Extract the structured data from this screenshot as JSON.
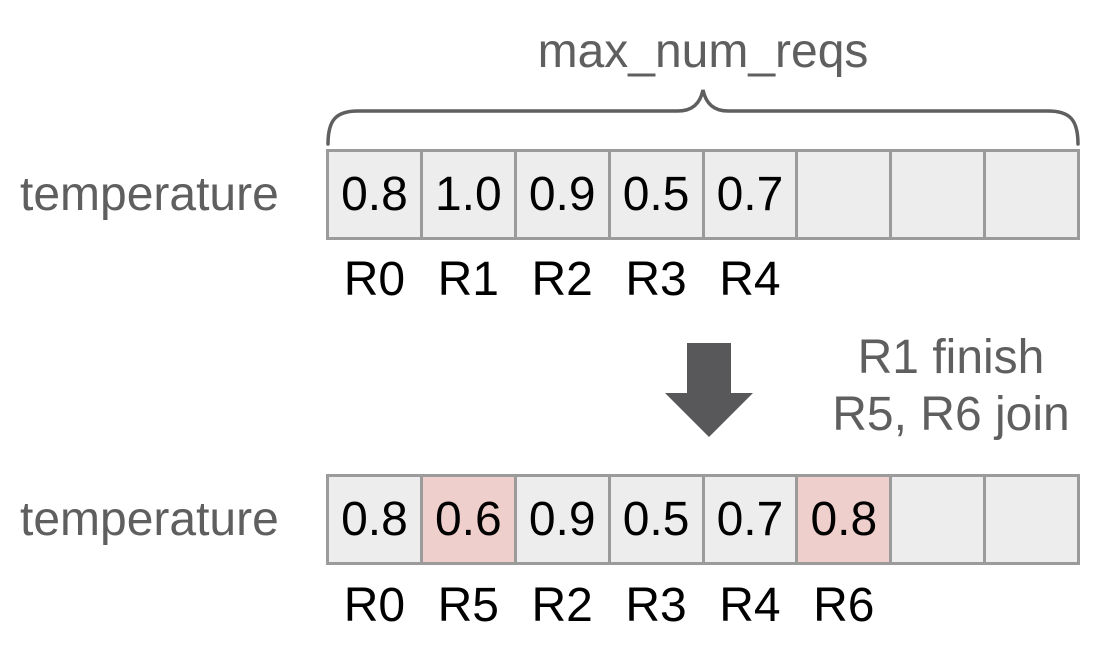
{
  "colors": {
    "gray_text": "#5f5f5f",
    "black_text": "#000000",
    "cell_fill": "#ededed",
    "cell_border": "#9b9b9b",
    "highlight_fill": "#efcfcc",
    "arrow_fill": "#58585a"
  },
  "brace": {
    "label": "max_num_reqs"
  },
  "before": {
    "row_label": "temperature",
    "cells": [
      {
        "value": "0.8",
        "req": "R0",
        "highlight": false
      },
      {
        "value": "1.0",
        "req": "R1",
        "highlight": false
      },
      {
        "value": "0.9",
        "req": "R2",
        "highlight": false
      },
      {
        "value": "0.5",
        "req": "R3",
        "highlight": false
      },
      {
        "value": "0.7",
        "req": "R4",
        "highlight": false
      },
      {
        "value": "",
        "req": "",
        "highlight": false
      },
      {
        "value": "",
        "req": "",
        "highlight": false
      },
      {
        "value": "",
        "req": "",
        "highlight": false
      }
    ]
  },
  "transition": {
    "arrow_icon": "down-arrow",
    "line1": "R1 finish",
    "line2": "R5, R6 join"
  },
  "after": {
    "row_label": "temperature",
    "cells": [
      {
        "value": "0.8",
        "req": "R0",
        "highlight": false
      },
      {
        "value": "0.6",
        "req": "R5",
        "highlight": true
      },
      {
        "value": "0.9",
        "req": "R2",
        "highlight": false
      },
      {
        "value": "0.5",
        "req": "R3",
        "highlight": false
      },
      {
        "value": "0.7",
        "req": "R4",
        "highlight": false
      },
      {
        "value": "0.8",
        "req": "R6",
        "highlight": true
      },
      {
        "value": "",
        "req": "",
        "highlight": false
      },
      {
        "value": "",
        "req": "",
        "highlight": false
      }
    ]
  }
}
